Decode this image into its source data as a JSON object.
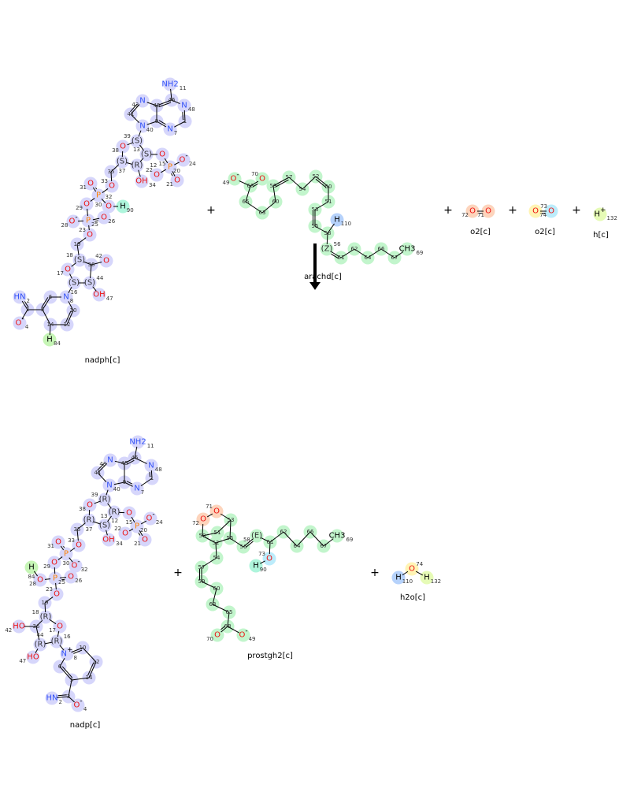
{
  "colors": {
    "O": "#ee1111",
    "N": "#3050f8",
    "P": "#ff8000",
    "H": "#000000",
    "C": "#333333",
    "bond": "#000000"
  },
  "reaction": {
    "arrow_label": "arachd[c]",
    "plus": "+"
  },
  "molecules": [
    {
      "id": "nadph",
      "name": "nadph[c]",
      "highlight": "#d6d6fb",
      "atoms": [
        [
          "NH2",
          "11"
        ],
        [
          "",
          "46"
        ],
        [
          "N",
          "48"
        ],
        [
          "",
          "1"
        ],
        [
          "N",
          "7"
        ],
        [
          "",
          "9"
        ],
        [
          "",
          "45"
        ],
        [
          "N",
          "43"
        ],
        [
          "",
          "41"
        ],
        [
          "N",
          "40"
        ],
        [
          "(S)",
          "39"
        ],
        [
          "O",
          "38"
        ],
        [
          "(S)",
          "13"
        ],
        [
          "O",
          "15"
        ],
        [
          "P",
          "20"
        ],
        [
          "O-",
          "24"
        ],
        [
          "O",
          "21"
        ],
        [
          "O",
          "22"
        ],
        [
          "(S)",
          "37"
        ],
        [
          "(R)",
          "12"
        ],
        [
          "OH",
          "34"
        ],
        [
          "",
          "35"
        ],
        [
          "O",
          "33"
        ],
        [
          "P",
          "30"
        ],
        [
          "O",
          "31"
        ],
        [
          "O",
          "29"
        ],
        [
          "O",
          "32"
        ],
        [
          "H",
          "90",
          "#aef5dc"
        ],
        [
          "P",
          "25"
        ],
        [
          "O-",
          "28"
        ],
        [
          "O",
          "26"
        ],
        [
          "O",
          "23"
        ],
        [
          "",
          "19"
        ],
        [
          "(S)",
          "18"
        ],
        [
          "O",
          "17"
        ],
        [
          "",
          "36"
        ],
        [
          "O",
          "42"
        ],
        [
          "(S)",
          "16"
        ],
        [
          "(S)",
          "44"
        ],
        [
          "OH",
          "47"
        ],
        [
          "N",
          "8"
        ],
        [
          "",
          "6"
        ],
        [
          "",
          "5"
        ],
        [
          "",
          "10"
        ],
        [
          "",
          "12"
        ],
        [
          "",
          "14"
        ],
        [
          "H",
          "84",
          "#c6f5b6"
        ],
        [
          "HN",
          "2"
        ],
        [
          "",
          "3"
        ],
        [
          "O-",
          "4"
        ]
      ]
    },
    {
      "id": "arachd",
      "name": "arachd[c]",
      "highlight": "#c2f5cc",
      "atoms": [
        [
          "O-",
          "49"
        ],
        [
          "",
          "68"
        ],
        [
          "O",
          "70"
        ],
        [
          "",
          "65"
        ],
        [
          "",
          "63"
        ],
        [
          "",
          "60"
        ],
        [
          "",
          "59"
        ],
        [
          "",
          "57"
        ],
        [
          "",
          "54"
        ],
        [
          "",
          "52"
        ],
        [
          "",
          "50"
        ],
        [
          "",
          "51"
        ],
        [
          "",
          "53"
        ],
        [
          "",
          "55"
        ],
        [
          "",
          "58"
        ],
        [
          "H",
          "110",
          "#b6d2fb"
        ],
        [
          "(Z)",
          "56"
        ],
        [
          "",
          "61"
        ],
        [
          "",
          "62"
        ],
        [
          "",
          "64"
        ],
        [
          "",
          "66"
        ],
        [
          "",
          "67"
        ],
        [
          "CH3",
          "69"
        ]
      ]
    },
    {
      "id": "o2a",
      "name": "o2[c]",
      "highlight": "#fdd4bc",
      "atoms": [
        [
          "O",
          "72"
        ],
        [
          "O",
          "71"
        ]
      ]
    },
    {
      "id": "o2b",
      "name": "o2[c]",
      "highlight": "#fff4b4",
      "atoms": [
        [
          "O",
          "74"
        ],
        [
          "O",
          "73",
          "#bcecfb"
        ]
      ]
    },
    {
      "id": "h",
      "name": "h[c]",
      "highlight": "#e6fbb6",
      "atoms": [
        [
          "H+",
          "132"
        ]
      ]
    },
    {
      "id": "nadp",
      "name": "nadp[c]",
      "highlight": "#d6d6fb",
      "atoms": [
        [
          "NH2",
          "11"
        ],
        [
          "",
          "46"
        ],
        [
          "N",
          "48"
        ],
        [
          "",
          "1"
        ],
        [
          "N",
          "7"
        ],
        [
          "",
          "9"
        ],
        [
          "",
          "45"
        ],
        [
          "N",
          "43"
        ],
        [
          "",
          "41"
        ],
        [
          "N",
          "40"
        ],
        [
          "(R)",
          "39"
        ],
        [
          "O",
          "38"
        ],
        [
          "(R)",
          "13"
        ],
        [
          "O",
          "15"
        ],
        [
          "P",
          "20"
        ],
        [
          "O-",
          "24"
        ],
        [
          "O",
          "21"
        ],
        [
          "O",
          "22"
        ],
        [
          "(R)",
          "37"
        ],
        [
          "(S)",
          "12"
        ],
        [
          "OH",
          "34"
        ],
        [
          "",
          "35"
        ],
        [
          "O",
          "33"
        ],
        [
          "P",
          "30"
        ],
        [
          "O",
          "31"
        ],
        [
          "O",
          "29"
        ],
        [
          "O-",
          "32"
        ],
        [
          "P",
          "25"
        ],
        [
          "O",
          "28"
        ],
        [
          "H",
          "84",
          "#c6f5b6"
        ],
        [
          "O",
          "26"
        ],
        [
          "O",
          "23"
        ],
        [
          "",
          "19"
        ],
        [
          "(R)",
          "18"
        ],
        [
          "O",
          "17"
        ],
        [
          "",
          "36"
        ],
        [
          "HO",
          "42"
        ],
        [
          "(R)",
          "16"
        ],
        [
          "(R)",
          "44"
        ],
        [
          "HO",
          "47"
        ],
        [
          "N+",
          "8"
        ],
        [
          "",
          "10"
        ],
        [
          "",
          "12"
        ],
        [
          "",
          "14"
        ],
        [
          "",
          "5"
        ],
        [
          "",
          "6"
        ],
        [
          "",
          "3"
        ],
        [
          "HN",
          "2"
        ],
        [
          "O-",
          "4"
        ]
      ]
    },
    {
      "id": "pgh2",
      "name": "prostgh2[c]",
      "highlight": "#c2f5cc",
      "atoms": [
        [
          "O",
          "72",
          "#fdd4bc"
        ],
        [
          "O",
          "71",
          "#fdd4bc"
        ],
        [
          "",
          "53"
        ],
        [
          "",
          "50"
        ],
        [
          "",
          "51"
        ],
        [
          "",
          "52"
        ],
        [
          "",
          "55"
        ],
        [
          "",
          "56"
        ],
        [
          "(E)",
          "58"
        ],
        [
          "",
          "61"
        ],
        [
          "O",
          "73",
          "#bcecfb"
        ],
        [
          "H",
          "90",
          "#aef5dc"
        ],
        [
          "",
          "62"
        ],
        [
          "",
          "64"
        ],
        [
          "",
          "66"
        ],
        [
          "",
          "67"
        ],
        [
          "CH3",
          "69"
        ],
        [
          "",
          "54"
        ],
        [
          "",
          "57"
        ],
        [
          "",
          "59"
        ],
        [
          "",
          "60"
        ],
        [
          "",
          "63"
        ],
        [
          "",
          "65"
        ],
        [
          "",
          "68"
        ],
        [
          "O",
          "70"
        ],
        [
          "O-",
          "49"
        ]
      ]
    },
    {
      "id": "h2o",
      "name": "h2o[c]",
      "highlight": "#fff4b4",
      "atoms": [
        [
          "H",
          "110",
          "#b6d2fb"
        ],
        [
          "O",
          "74"
        ],
        [
          "H",
          "132",
          "#e6fbb6"
        ]
      ]
    }
  ]
}
